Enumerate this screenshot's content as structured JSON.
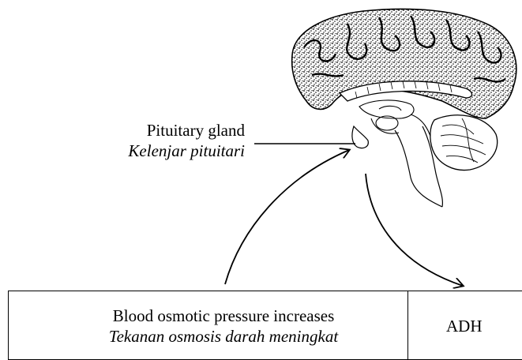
{
  "pituitary_label": {
    "english": "Pituitary gland",
    "malay": "Kelenjar pituitari"
  },
  "box_left": {
    "english": "Blood osmotic pressure increases",
    "malay": "Tekanan osmosis darah meningkat"
  },
  "box_right": {
    "text": "ADH"
  },
  "icons": {
    "brain": "brain-sagittal-section-icon"
  }
}
